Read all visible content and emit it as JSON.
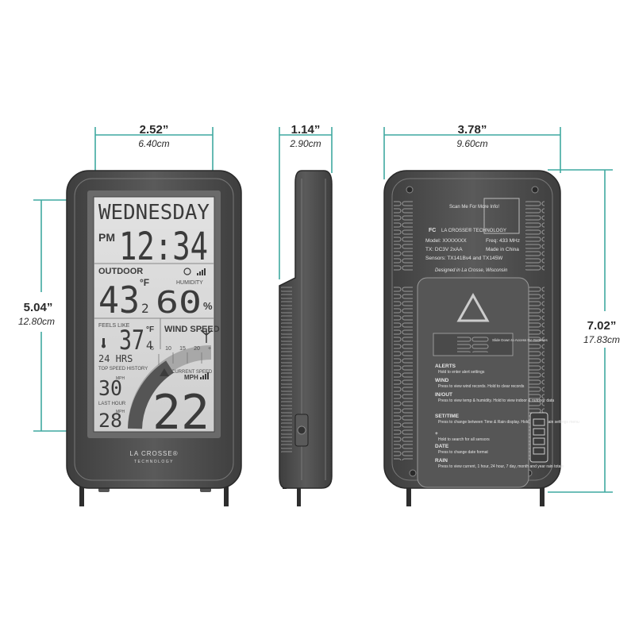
{
  "dimensions": {
    "front_width": {
      "imperial": "2.52”",
      "metric": "6.40cm"
    },
    "side_depth": {
      "imperial": "1.14”",
      "metric": "2.90cm"
    },
    "back_width": {
      "imperial": "3.78”",
      "metric": "9.60cm"
    },
    "screen_height": {
      "imperial": "5.04”",
      "metric": "12.80cm"
    },
    "total_height": {
      "imperial": "7.02”",
      "metric": "17.83cm"
    }
  },
  "display": {
    "day": "WEDNESDAY",
    "ampm": "PM",
    "time": "12:34",
    "outdoor_label": "OUTDOOR",
    "outdoor_temp": "43",
    "outdoor_temp_decimal": "2",
    "temp_unit": "°F",
    "humidity_label": "HUMIDITY",
    "humidity_value": "60",
    "humidity_unit": "%",
    "feels_like_label": "FEELS LIKE",
    "feels_like_value": "37",
    "feels_like_decimal": "4",
    "wind_label": "WIND SPEED",
    "hours_label": "24 HRS",
    "scale_ticks": [
      "5",
      "10",
      "15",
      "20",
      "+"
    ],
    "top_speed_label": "TOP SPEED HISTORY",
    "top_speed_value": "30",
    "mph_small": "MPH",
    "current_speed_label": "CURRENT SPEED",
    "mph_label": "MPH",
    "current_speed_value": "22",
    "last_hour_label": "LAST HOUR",
    "last_hour_value": "28",
    "brand_line1": "LA CROSSE®",
    "brand_line2": "TECHNOLOGY"
  },
  "back_panel": {
    "scan_text": "Scan Me For More Info!",
    "brand": "LA CROSSE® TECHNOLOGY",
    "model": "Model: XXXXXXX",
    "freq": "Freq: 433 MHz",
    "tx": "TX: DC3V 2xAA",
    "made_in": "Made in China",
    "sensors": "Sensors: TX141Bv4 and TX145W",
    "designed": "Designed in La Crosse, Wisconsin",
    "slide_text": "Slide Down to Access the Batteries",
    "buttons": [
      {
        "name": "ALERTS",
        "desc": "Hold to enter alert settings"
      },
      {
        "name": "WIND",
        "desc": "Press to view wind records. Hold to clear records"
      },
      {
        "name": "IN/OUT",
        "desc": "Press to view temp & humidity. Hold to view indoor & outdoor data"
      },
      {
        "name": "SET/TIME",
        "desc": "Press to change between Time & Rain display. Hold to enter main settings menu"
      },
      {
        "name": "+",
        "desc": "Hold to search for all sensors"
      },
      {
        "name": "DATE",
        "desc": "Press to change date format"
      },
      {
        "name": "RAIN",
        "desc": "Press to view current, 1 hour, 24 hour, 7 day, month and year rain totals"
      }
    ]
  },
  "colors": {
    "dimension_line": "#3fa9a0",
    "device_body": "#4d4d4d",
    "lcd_background": "#d9d9d9"
  }
}
